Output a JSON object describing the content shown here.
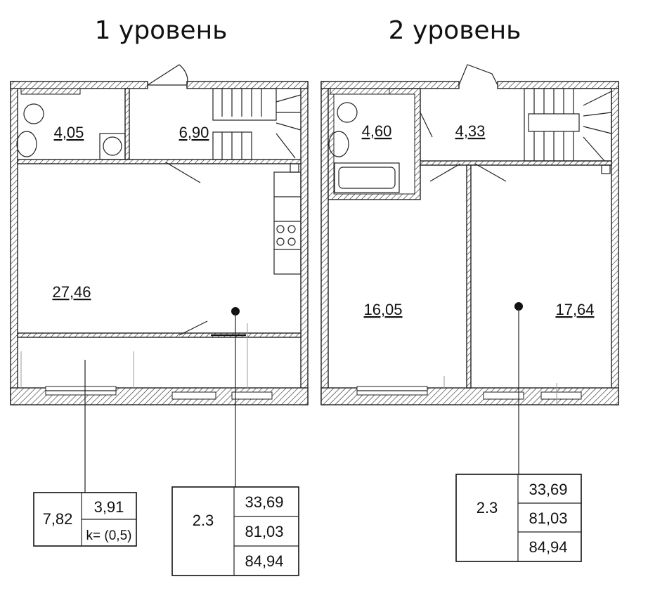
{
  "levels": [
    {
      "title": "1 уровень",
      "rooms": [
        "4,05",
        "6,90",
        "27,46"
      ],
      "balcony_box": {
        "left": "7,82",
        "top": "3,91",
        "bottom": "k= (0,5)"
      },
      "summary": {
        "code": "2.3",
        "values": [
          "33,69",
          "81,03",
          "84,94"
        ]
      }
    },
    {
      "title": "2 уровень",
      "rooms": [
        "4,60",
        "4,33",
        "16,05",
        "17,64"
      ],
      "summary": {
        "code": "2.3",
        "values": [
          "33,69",
          "81,03",
          "84,94"
        ]
      }
    }
  ],
  "colors": {
    "line": "#111111",
    "hatch": "#222222",
    "background": "#ffffff"
  }
}
